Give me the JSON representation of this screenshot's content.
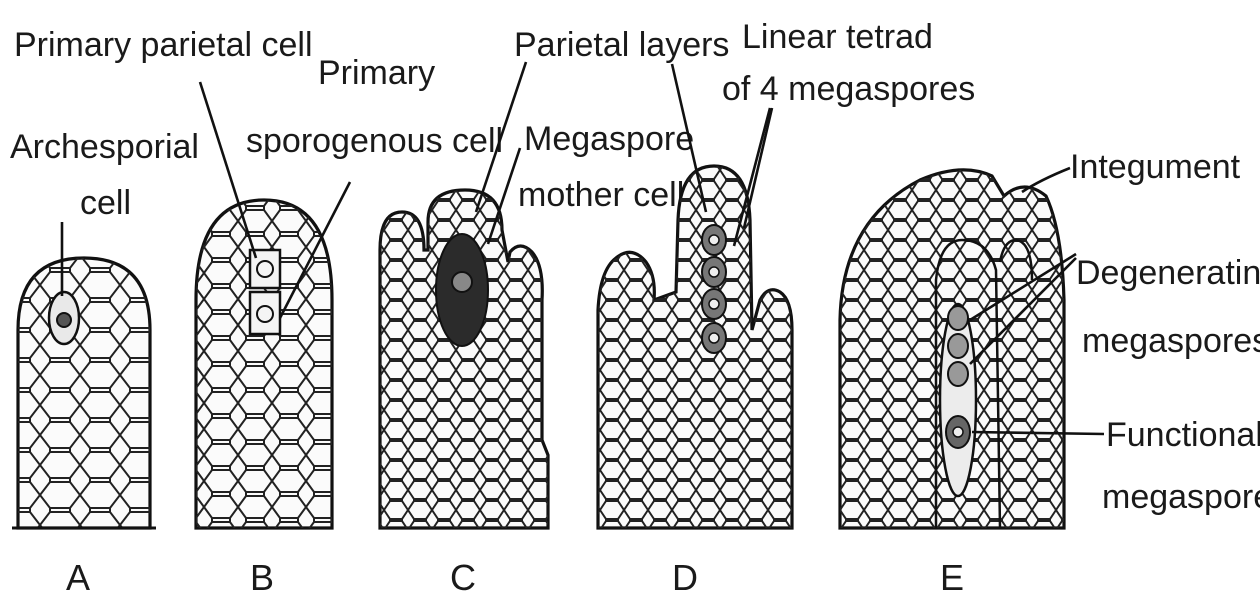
{
  "panels": [
    {
      "letter": "A",
      "labels": {
        "l1": "Archesporial",
        "l2": "cell"
      }
    },
    {
      "letter": "B",
      "labels": {
        "l1": "Primary parietal cell",
        "l2": "Primary",
        "l3": "sporogenous cell"
      }
    },
    {
      "letter": "C",
      "labels": {
        "l1": "Parietal layers",
        "l2": "Megaspore",
        "l3": "mother cell"
      }
    },
    {
      "letter": "D",
      "labels": {
        "l1": "Linear tetrad",
        "l2": "of 4 megaspores"
      }
    },
    {
      "letter": "E",
      "labels": {
        "l1": "Integument",
        "l2": "Degenerating",
        "l3": "megaspores",
        "l4": "Functional",
        "l5": "megaspore"
      }
    }
  ],
  "colors": {
    "ink": "#111111",
    "background": "#ffffff"
  }
}
